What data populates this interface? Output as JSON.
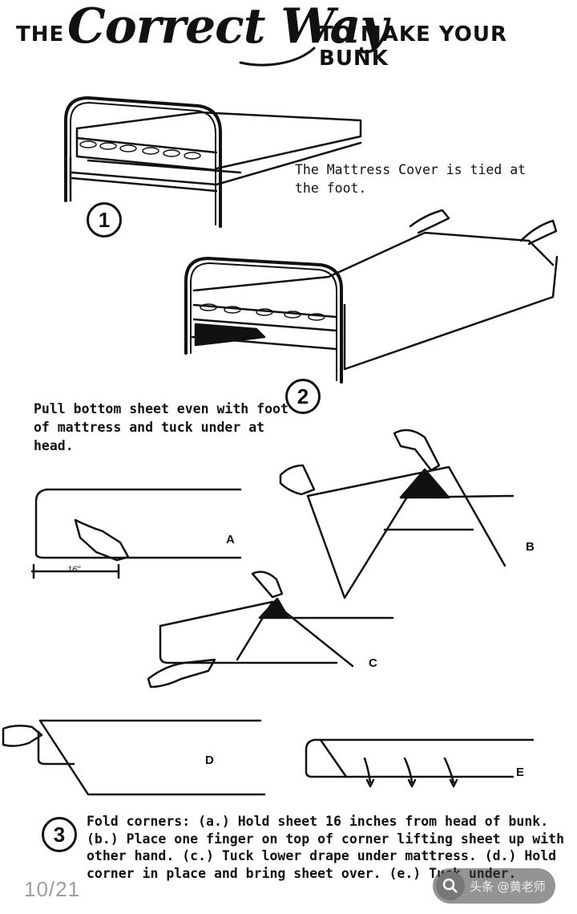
{
  "title": {
    "prefix": "THE",
    "script": "Correct Way",
    "suffix": "TO MAKE YOUR BUNK"
  },
  "steps": [
    {
      "number": "1",
      "caption": "The Mattress Cover is tied at the foot."
    },
    {
      "number": "2",
      "caption": "Pull bottom sheet even with foot of mattress and tuck under at head."
    },
    {
      "number": "3",
      "caption": "Fold corners: (a.) Hold sheet 16 inches from head of bunk. (b.) Place one finger on top of corner lifting sheet up with other hand. (c.) Tuck lower drape under mattress. (d.) Hold corner in place and bring sheet over. (e.) Tuck under."
    }
  ],
  "figure_labels": {
    "a": "A",
    "b": "B",
    "c": "C",
    "d": "D",
    "e": "E",
    "measure": "16\""
  },
  "page_counter": "10/21",
  "watermark": {
    "text": "头条 @黄老师",
    "icon": "search-icon"
  }
}
